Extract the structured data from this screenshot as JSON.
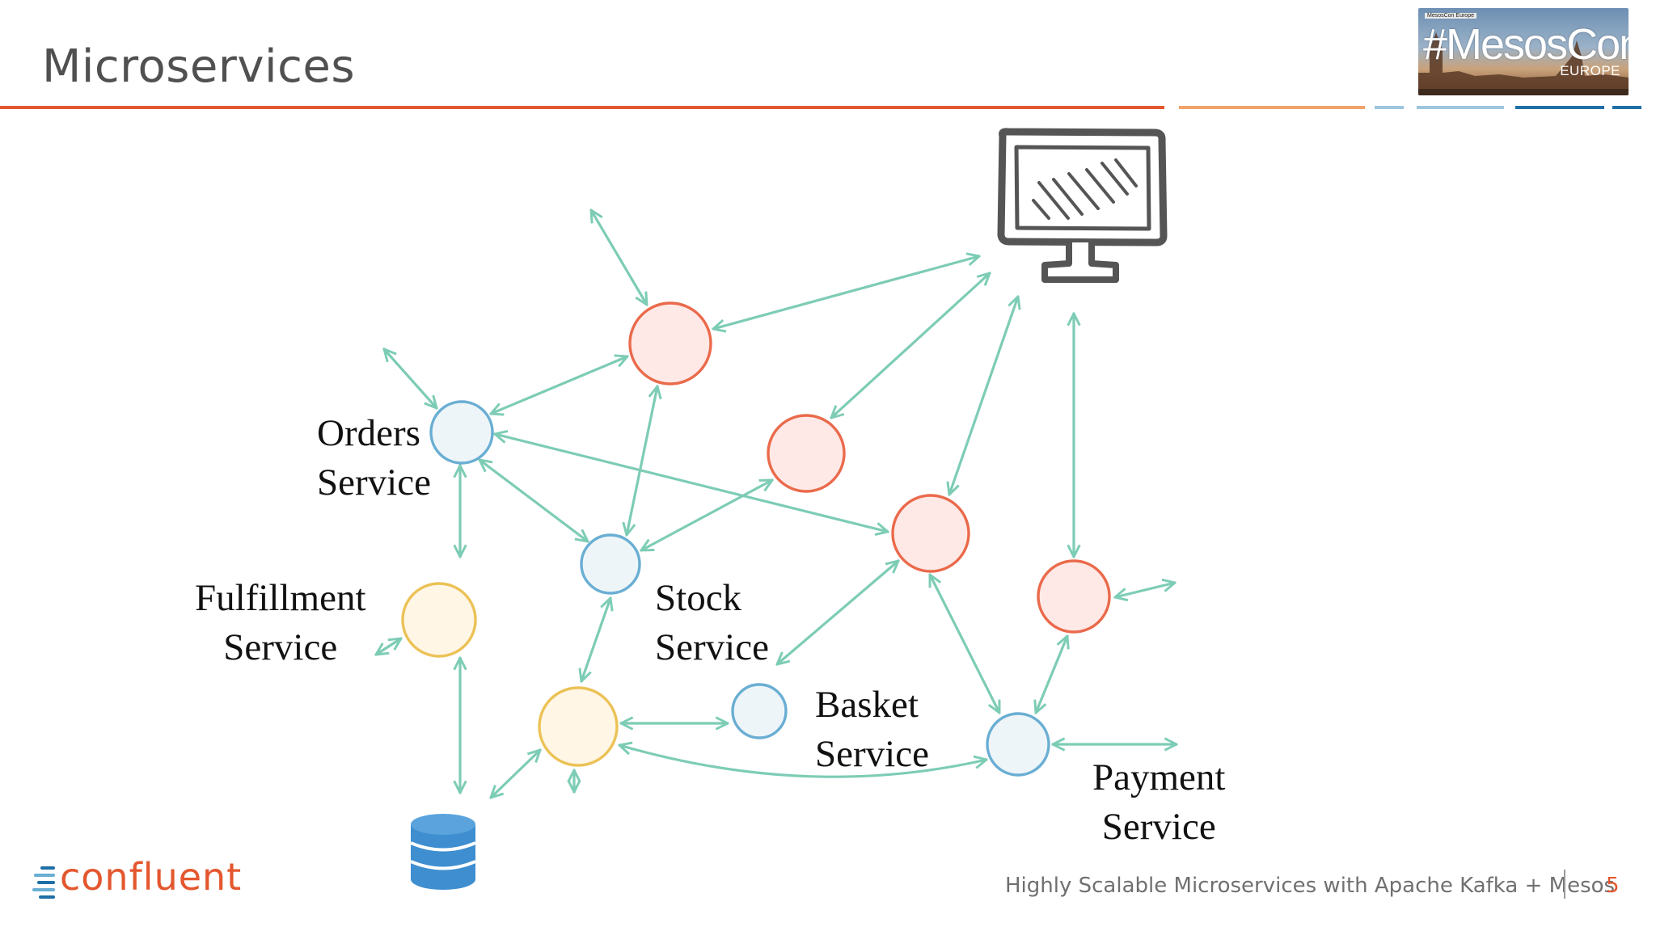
{
  "slide": {
    "title": "Microservices",
    "footer": "Highly Scalable Microservices with Apache Kafka + Mesos",
    "page_number": "5",
    "brand": "confluent",
    "logo": {
      "hashtag": "#MesosCon",
      "region": "EUROPE",
      "small_text": "MesosCon Europe"
    }
  },
  "labels": {
    "orders": "Orders\nService",
    "fulfillment": "Fulfillment\n   Service",
    "stock": "Stock\nService",
    "basket": "Basket\nService",
    "payment": "Payment\n Service"
  },
  "colors": {
    "accent_orange": "#e4572e",
    "accent_blue": "#1f6fa6",
    "arrow": "#7dccb5",
    "node_red_stroke": "#ea6a4b",
    "node_red_fill": "#ffe9e7",
    "node_blue_stroke": "#6aaed3",
    "node_blue_fill": "#eef5f9",
    "node_yellow_stroke": "#ecc256",
    "node_yellow_fill": "#fff6e6",
    "database": "#3e8ed0"
  },
  "icons": [
    "monitor-icon",
    "database-icon",
    "confluent-logo-icon",
    "mesoscon-logo"
  ]
}
